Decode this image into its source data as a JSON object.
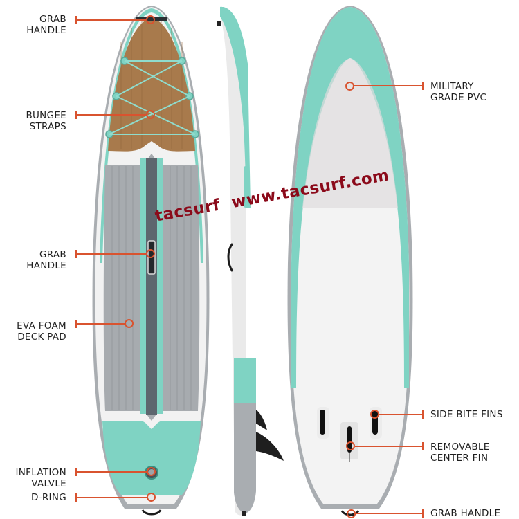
{
  "colors": {
    "accent": "#d9532f",
    "teal": "#7fd3c3",
    "teal_dark": "#6bbfae",
    "wood": "#a87a4c",
    "deck_gray": "#a7abaf",
    "center_stripe": "#5d666e",
    "rail_gray": "#a9adb1",
    "hull_white": "#f3f3f3",
    "watermark": "#8b0a1a"
  },
  "watermark": {
    "text": "tacsurf  www.tacsurf.com"
  },
  "callouts_left": [
    {
      "id": "grab-handle-nose",
      "label": "GRAB\nHANDLE"
    },
    {
      "id": "bungee-straps",
      "label": "BUNGEE\nSTRAPS"
    },
    {
      "id": "grab-handle-center",
      "label": "GRAB\nHANDLE"
    },
    {
      "id": "eva-foam-deck-pad",
      "label": "EVA FOAM\nDECK PAD"
    },
    {
      "id": "inflation-valve",
      "label": "INFLATION\nVALVLE"
    },
    {
      "id": "d-ring",
      "label": "D-RING"
    }
  ],
  "callouts_right": [
    {
      "id": "military-grade-pvc",
      "label": "MILITARY\nGRADE PVC"
    },
    {
      "id": "side-bite-fins",
      "label": "SIDE BITE FINS"
    },
    {
      "id": "removable-center-fin",
      "label": "REMOVABLE\nCENTER FIN"
    },
    {
      "id": "grab-handle-tail",
      "label": "GRAB HANDLE"
    }
  ],
  "views": {
    "top": "deck-view",
    "side": "side-profile-view",
    "bottom": "hull-view"
  }
}
